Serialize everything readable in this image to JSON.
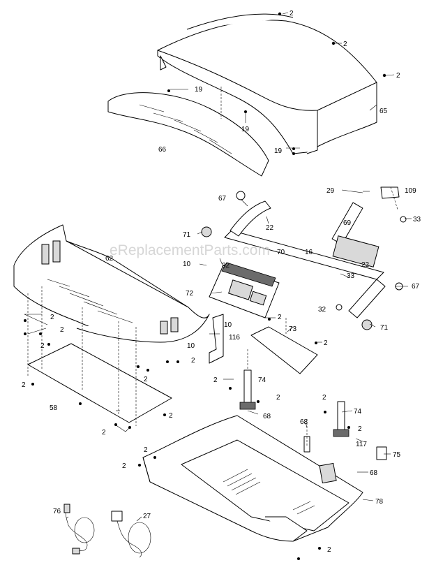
{
  "watermark": "eReplacementParts.com",
  "callouts": {
    "p2": "2",
    "p10": "10",
    "p16": "16",
    "p19": "19",
    "p22": "22",
    "p27": "27",
    "p29": "29",
    "p32": "32",
    "p33": "33",
    "p58": "58",
    "p62": "62",
    "p65": "65",
    "p66": "66",
    "p67": "67",
    "p68": "68",
    "p69": "69",
    "p70": "70",
    "p71": "71",
    "p72": "72",
    "p73": "73",
    "p74": "74",
    "p75": "75",
    "p76": "76",
    "p78": "78",
    "p109": "109",
    "p116": "116",
    "p117": "117"
  }
}
